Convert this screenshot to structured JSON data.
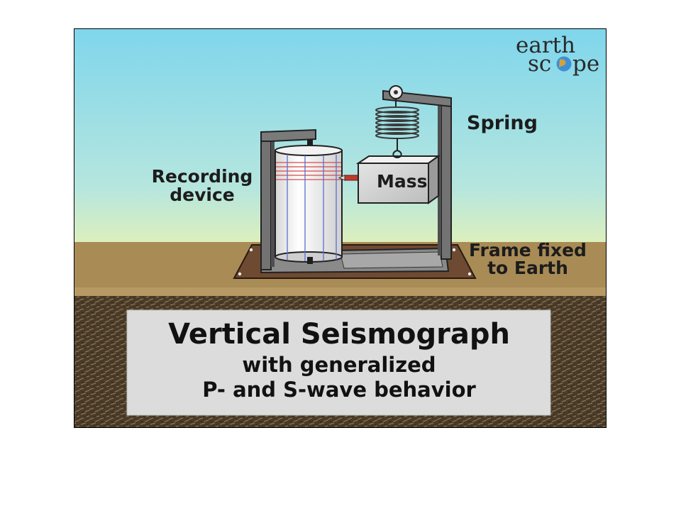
{
  "logo": {
    "line1": "earth",
    "line2_start": "sc",
    "line2_end": "pe"
  },
  "labels": {
    "spring": "Spring",
    "mass": "Mass",
    "recording_line1": "Recording",
    "recording_line2": "device",
    "frame_line1": "Frame fixed",
    "frame_line2": "to Earth"
  },
  "caption": {
    "title": "Vertical Seismograph",
    "line2": "with generalized",
    "line3": "P- and S-wave behavior"
  },
  "colors": {
    "sky_top": "#7fd6ec",
    "sky_bottom": "#d8eec0",
    "ground": "#a88a56",
    "soil": "#4e3f2c",
    "caption_bg": "#dcdcdc",
    "frame": "#6a6a6a",
    "drum_line_red": "#d94a4a",
    "drum_line_blue": "#5a6fd0"
  }
}
